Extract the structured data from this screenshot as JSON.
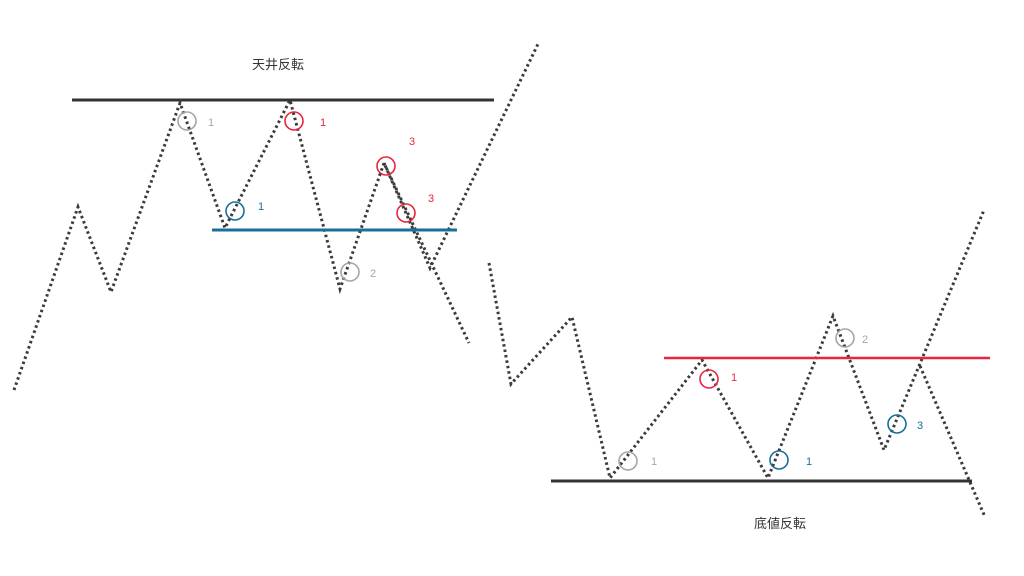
{
  "colors": {
    "zigzag": "#3a3a3a",
    "support_resistance": "#333333",
    "blue": "#1a6f98",
    "red": "#e8263f",
    "gray": "#a6a6a6",
    "white": "#ffffff"
  },
  "top_reversal": {
    "title": "天井反転",
    "markers": [
      {
        "label": "1",
        "color": "gray"
      },
      {
        "label": "1",
        "color": "red"
      },
      {
        "label": "3",
        "color": "red"
      },
      {
        "label": "1",
        "color": "blue"
      },
      {
        "label": "3",
        "color": "red"
      },
      {
        "label": "2",
        "color": "gray"
      }
    ]
  },
  "bottom_reversal": {
    "title": "底値反転",
    "markers": [
      {
        "label": "2",
        "color": "gray"
      },
      {
        "label": "1",
        "color": "red"
      },
      {
        "label": "3",
        "color": "blue"
      },
      {
        "label": "1",
        "color": "gray"
      },
      {
        "label": "1",
        "color": "blue"
      }
    ]
  }
}
